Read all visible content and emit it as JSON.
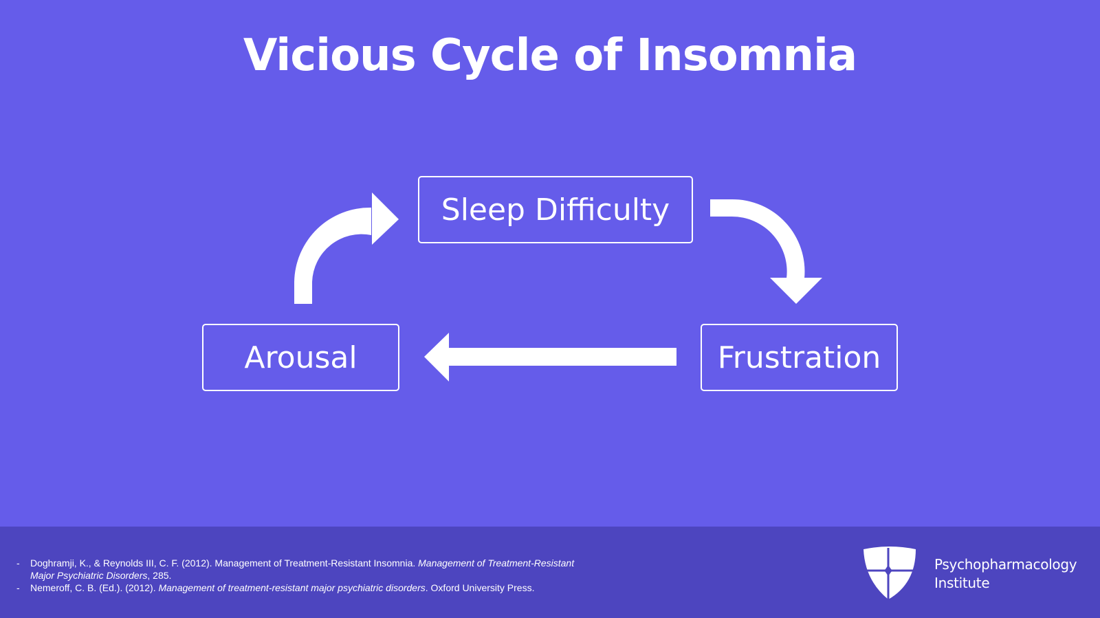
{
  "slide": {
    "title": "Vicious Cycle of Insomnia",
    "background_color": "#655cea",
    "footer_color": "#4d45bf"
  },
  "diagram": {
    "nodes": [
      {
        "id": "sleep",
        "label": "Sleep Difficulty"
      },
      {
        "id": "frustration",
        "label": "Frustration"
      },
      {
        "id": "arousal",
        "label": "Arousal"
      }
    ],
    "edges": [
      {
        "from": "sleep",
        "to": "frustration",
        "shape": "curved-arrow-down"
      },
      {
        "from": "frustration",
        "to": "arousal",
        "shape": "straight-arrow-left"
      },
      {
        "from": "arousal",
        "to": "sleep",
        "shape": "curved-arrow-right"
      }
    ]
  },
  "footer": {
    "references": [
      {
        "plain_before": "Doghramji, K., & Reynolds III, C. F. (2012). Management of Treatment-Resistant Insomnia. ",
        "italic": "Management of Treatment-Resistant Major Psychiatric Disorders",
        "plain_after": ", 285."
      },
      {
        "plain_before": "Nemeroff, C. B. (Ed.). (2012). ",
        "italic": "Management of treatment-resistant major psychiatric disorders",
        "plain_after": ". Oxford University Press."
      }
    ],
    "logo": {
      "icon": "shield-cross-icon",
      "line1": "Psychopharmacology",
      "line2": "Institute"
    }
  }
}
